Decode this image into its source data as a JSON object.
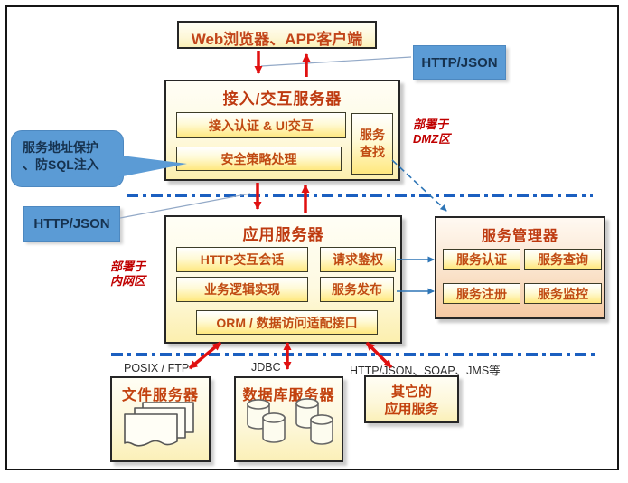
{
  "colors": {
    "accent_blue": "#5B9BD5",
    "zone_line_blue": "#1B5FC0",
    "connector_blue": "#2E75B6",
    "arrow_red": "#E01010",
    "title_red": "#BE3A10",
    "module_text_red": "#C04A12",
    "note_red": "#C00000",
    "module_fill_yellow": "#FFE87E",
    "manager_fill_orange": "#F5C9A2"
  },
  "client_box": {
    "label": "Web浏览器、APP客户端"
  },
  "protocol_top_box": {
    "label": "HTTP/JSON"
  },
  "protocol_left_box": {
    "label": "HTTP/JSON"
  },
  "security_callout": {
    "line1": "服务地址保护",
    "line2": "、防SQL注入"
  },
  "access_server": {
    "title": "接入/交互服务器",
    "module_auth_ui": "接入认证 & UI交互",
    "module_security": "安全策略处理",
    "module_lookup_line1": "服务",
    "module_lookup_line2": "查找"
  },
  "zone_notes": {
    "dmz_line1": "部署于",
    "dmz_line2": "DMZ区",
    "intranet_line1": "部署于",
    "intranet_line2": "内网区"
  },
  "app_server": {
    "title": "应用服务器",
    "module_http_session": "HTTP交互会话",
    "module_request_auth": "请求鉴权",
    "module_business_logic": "业务逻辑实现",
    "module_service_publish": "服务发布",
    "module_orm": "ORM / 数据访问适配接口"
  },
  "service_manager": {
    "title": "服务管理器",
    "module_service_auth": "服务认证",
    "module_service_query": "服务查询",
    "module_service_register": "服务注册",
    "module_service_monitor": "服务监控"
  },
  "interface_labels": {
    "file": "POSIX / FTP",
    "database": "JDBC",
    "other": "HTTP/JSON、SOAP、JMS等"
  },
  "file_server_box": {
    "title": "文件服务器",
    "icon": "stacked-documents-icon"
  },
  "database_server_box": {
    "title": "数据库服务器",
    "icon": "database-cylinders-icon"
  },
  "other_services_box": {
    "line1": "其它的",
    "line2": "应用服务"
  }
}
